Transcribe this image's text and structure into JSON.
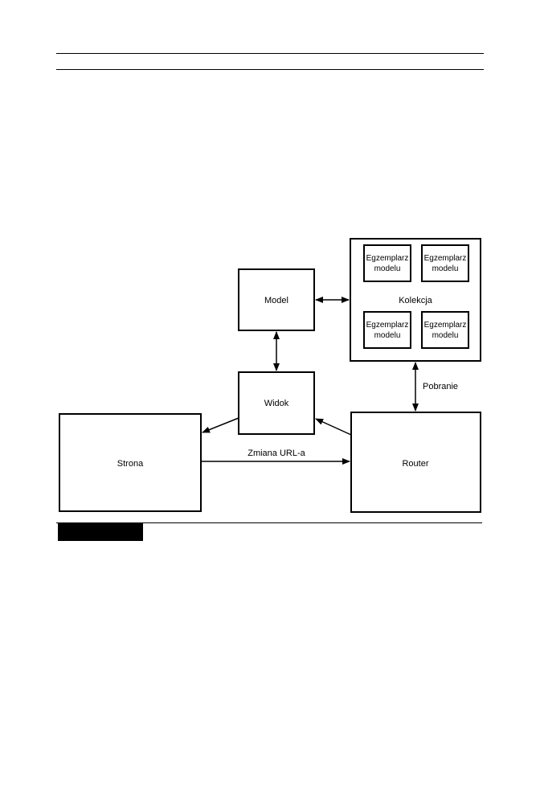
{
  "diagram": {
    "nodes": {
      "model": "Model",
      "kolekcja": "Kolekcja",
      "instance_1": [
        "Egzemplarz",
        "modelu"
      ],
      "instance_2": [
        "Egzemplarz",
        "modelu"
      ],
      "instance_3": [
        "Egzemplarz",
        "modelu"
      ],
      "instance_4": [
        "Egzemplarz",
        "modelu"
      ],
      "widok": "Widok",
      "strona": "Strona",
      "router": "Router"
    },
    "edges": {
      "pobranie": "Pobranie",
      "zmiana_url": "Zmiana URL-a"
    }
  }
}
